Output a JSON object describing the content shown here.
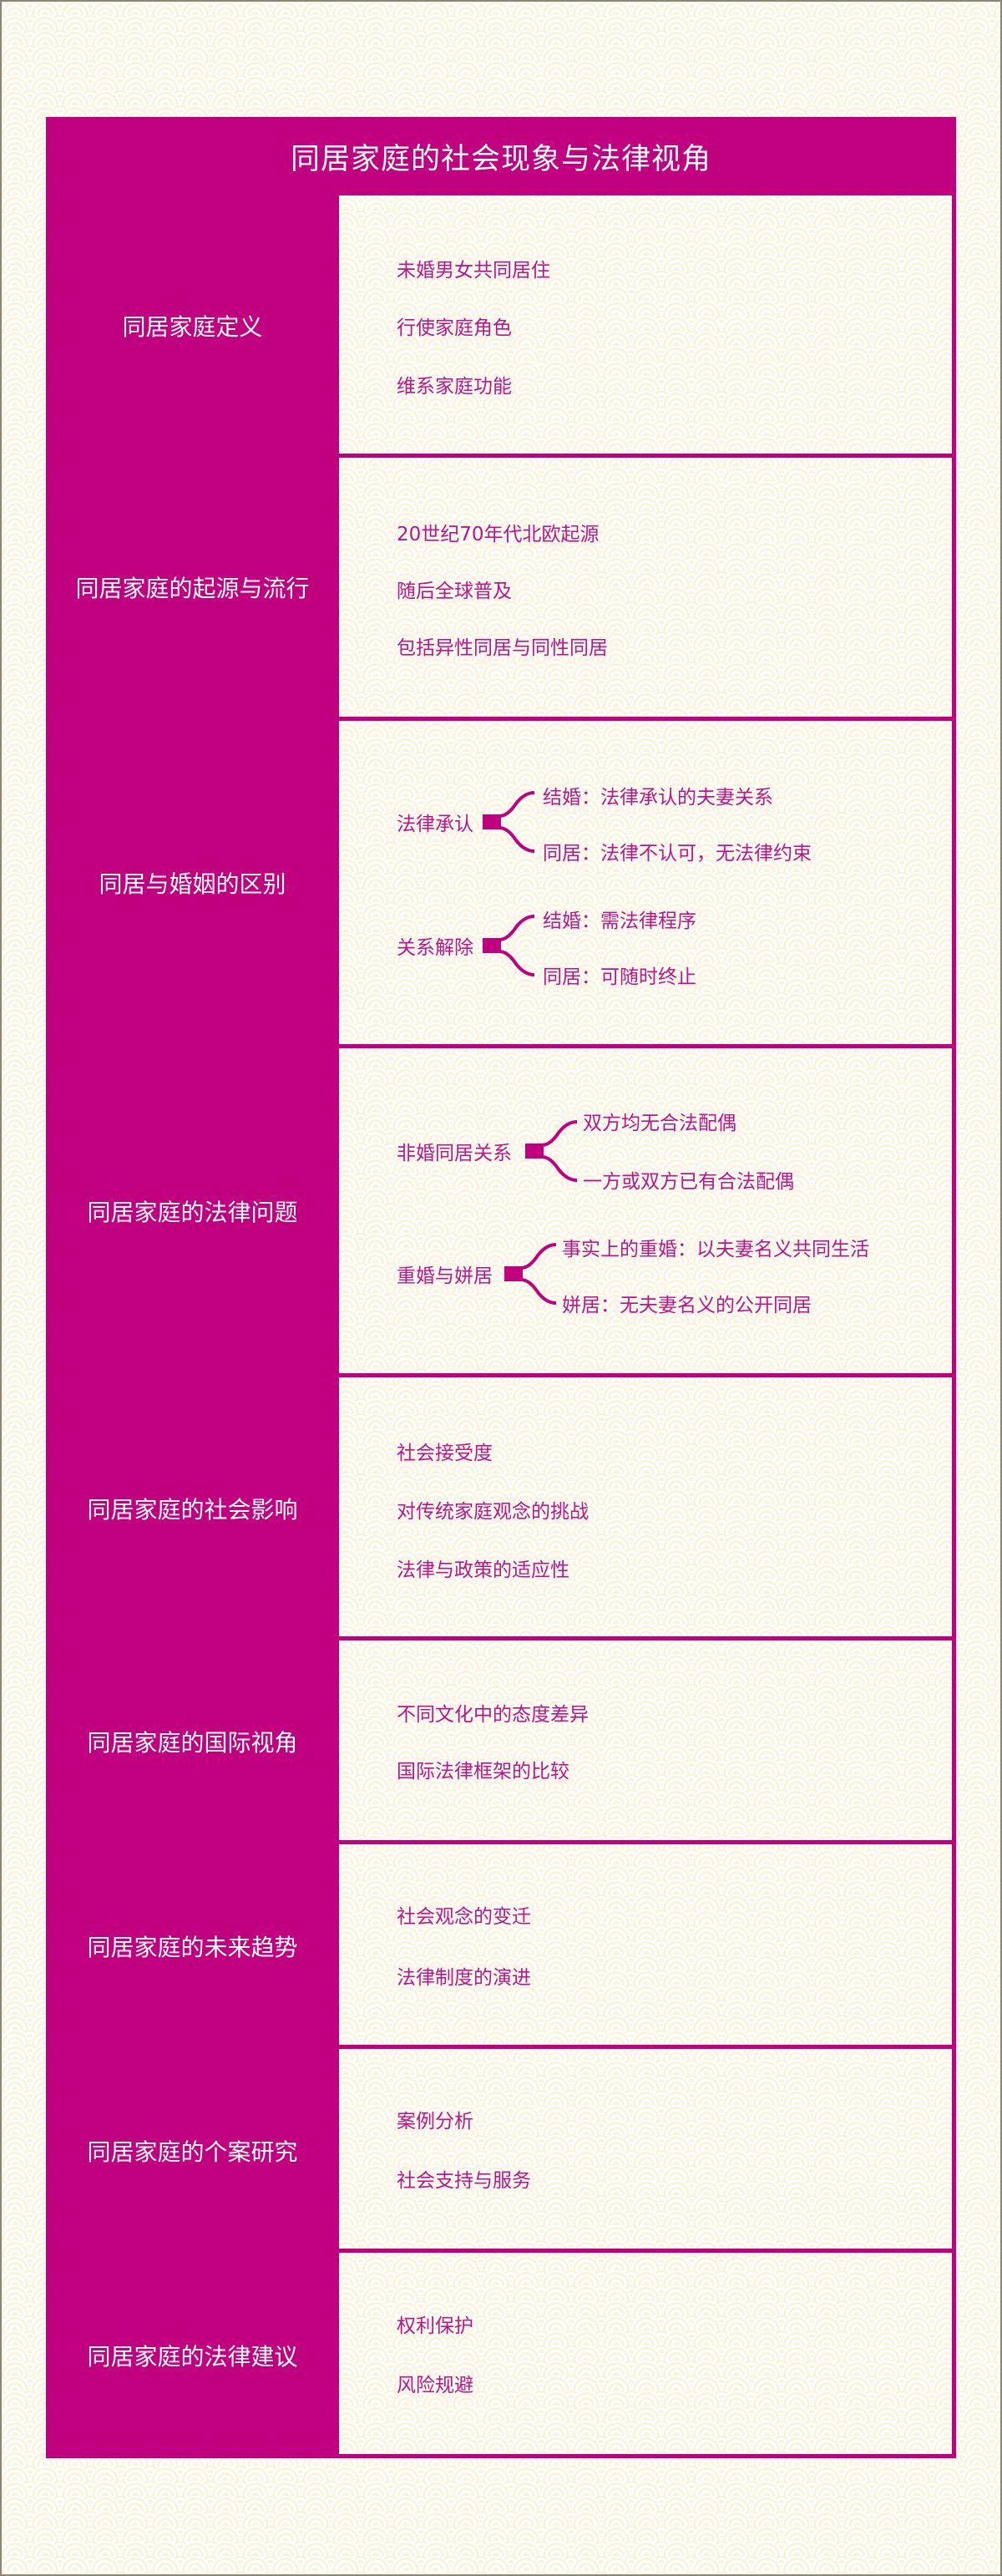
{
  "title": "同居家庭的社会现象与法律视角",
  "colors": {
    "frame": "#c0007e",
    "item_text": "#b8178a",
    "label_text": "#ffffff",
    "background": "#fdf3dc"
  },
  "sections": [
    {
      "label": "同居家庭定义",
      "items": [
        "未婚男女共同居住",
        "行使家庭角色",
        "维系家庭功能"
      ]
    },
    {
      "label": "同居家庭的起源与流行",
      "items": [
        "20世纪70年代北欧起源",
        "随后全球普及",
        "包括异性同居与同性同居"
      ]
    },
    {
      "label": "同居与婚姻的区别",
      "groups": [
        {
          "name": "法律承认",
          "children": [
            "结婚：法律承认的夫妻关系",
            "同居：法律不认可，无法律约束"
          ]
        },
        {
          "name": "关系解除",
          "children": [
            "结婚：需法律程序",
            "同居：可随时终止"
          ]
        }
      ]
    },
    {
      "label": "同居家庭的法律问题",
      "groups": [
        {
          "name": "非婚同居关系",
          "children": [
            "双方均无合法配偶",
            "一方或双方已有合法配偶"
          ]
        },
        {
          "name": "重婚与姘居",
          "children": [
            "事实上的重婚：以夫妻名义共同生活",
            "姘居：无夫妻名义的公开同居"
          ]
        }
      ]
    },
    {
      "label": "同居家庭的社会影响",
      "items": [
        "社会接受度",
        "对传统家庭观念的挑战",
        "法律与政策的适应性"
      ]
    },
    {
      "label": "同居家庭的国际视角",
      "items": [
        "不同文化中的态度差异",
        "国际法律框架的比较"
      ]
    },
    {
      "label": "同居家庭的未来趋势",
      "items": [
        "社会观念的变迁",
        "法律制度的演进"
      ]
    },
    {
      "label": "同居家庭的个案研究",
      "items": [
        "案例分析",
        "社会支持与服务"
      ]
    },
    {
      "label": "同居家庭的法律建议",
      "items": [
        "权利保护",
        "风险规避"
      ]
    }
  ]
}
